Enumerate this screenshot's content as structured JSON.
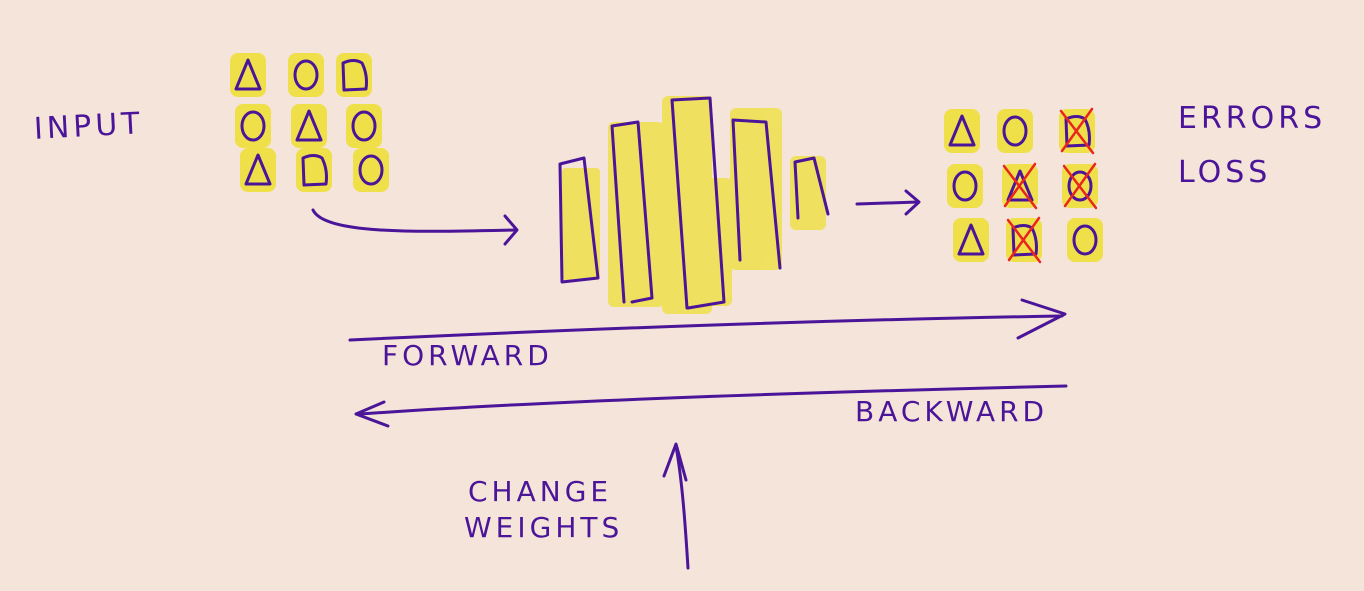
{
  "labels": {
    "input": "INPUT",
    "errors": "ERRORS",
    "loss": "LOSS",
    "forward": "FORWARD",
    "backward": "BACKWARD",
    "change": "CHANGE",
    "weights": "WEIGHTS"
  },
  "input_grid": [
    [
      "triangle",
      "circle",
      "square"
    ],
    [
      "circle",
      "triangle",
      "circle"
    ],
    [
      "triangle",
      "square",
      "circle"
    ]
  ],
  "output_grid": [
    [
      {
        "shape": "triangle",
        "error": false
      },
      {
        "shape": "circle",
        "error": false
      },
      {
        "shape": "square",
        "error": true
      }
    ],
    [
      {
        "shape": "circle",
        "error": false
      },
      {
        "shape": "triangle",
        "error": true
      },
      {
        "shape": "circle",
        "error": true
      }
    ],
    [
      {
        "shape": "triangle",
        "error": false
      },
      {
        "shape": "square",
        "error": true
      },
      {
        "shape": "circle",
        "error": false
      }
    ]
  ],
  "colors": {
    "background": "#f4e4d9",
    "ink": "#4b1599",
    "highlight": "#efe04a",
    "error_mark": "#e8261f"
  }
}
